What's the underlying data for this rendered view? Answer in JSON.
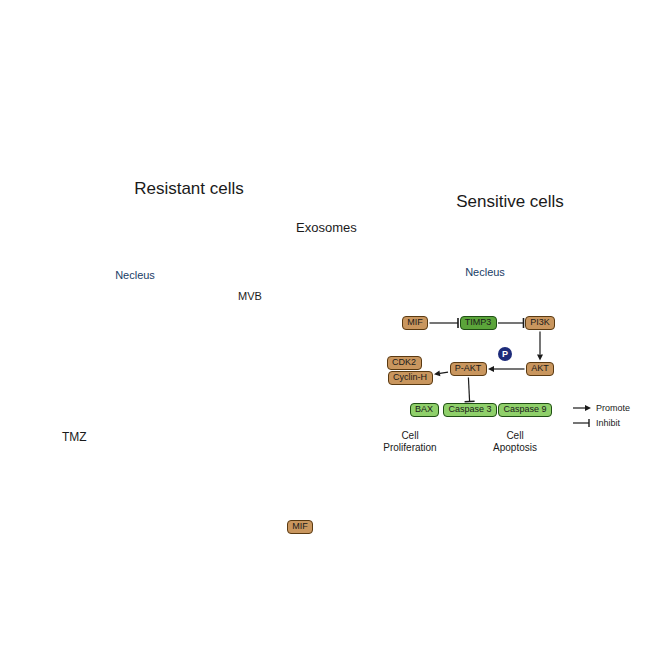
{
  "diagram": {
    "nodes": [
      {
        "text": [
          "Resistant cells"
        ]
      },
      {
        "text": [
          "Necleus"
        ],
        "in": 0
      },
      {
        "text": [
          "MVB"
        ],
        "in": 0
      },
      {
        "text": [
          "Sensitive cells"
        ]
      },
      {
        "text": [
          "Necleus"
        ],
        "in": 3
      },
      {
        "text": [
          "MIF"
        ],
        "in": 3
      },
      {
        "text": [
          "TIMP3"
        ],
        "in": 3
      },
      {
        "text": [
          "PI3K"
        ],
        "in": 3
      },
      {
        "text": [
          "CDK2"
        ],
        "in": 3
      },
      {
        "text": [
          "Cyclin-H"
        ],
        "in": 3
      },
      {
        "text": [
          "P-AKT"
        ],
        "in": 3
      },
      {
        "text": [
          "P"
        ],
        "in": 3
      },
      {
        "text": [
          "AKT"
        ],
        "in": 3
      },
      {
        "text": [
          "BAX"
        ],
        "in": 3
      },
      {
        "text": [
          "Caspase 3"
        ],
        "in": 3
      },
      {
        "text": [
          "Caspase 9"
        ],
        "in": 3
      },
      {
        "text": [
          "MIF"
        ]
      }
    ],
    "edges": [
      {
        "from": 5,
        "to": 6,
        "arrow": "to"
      },
      {
        "from": 6,
        "to": 7,
        "arrow": "to"
      },
      {
        "from": 7,
        "to": 12,
        "arrow": "to"
      },
      {
        "from": 12,
        "to": 10,
        "arrow": "to"
      },
      {
        "from": 10,
        "to": 9,
        "arrow": "to"
      },
      {
        "from": 10,
        "to": 14,
        "arrow": "to"
      }
    ],
    "labels": [
      "Exosomes",
      "TMZ",
      "Cell Proliferation",
      "Cell Apoptosis"
    ],
    "legend": [
      {
        "text": "Promote"
      },
      {
        "text": "Inhibit"
      }
    ]
  }
}
